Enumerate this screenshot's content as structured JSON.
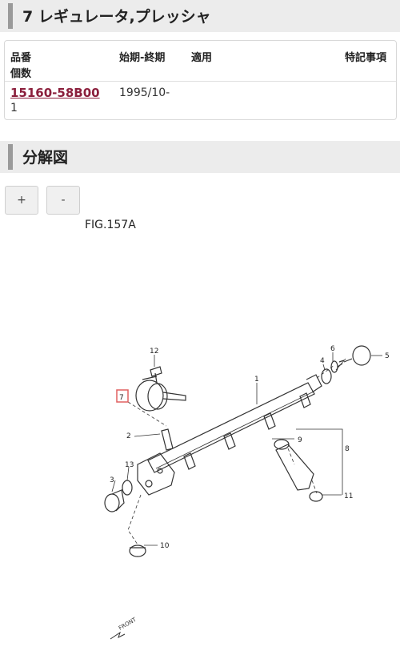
{
  "part": {
    "title": "7 レギュレータ,プレッシャ"
  },
  "table": {
    "headers": {
      "part_no": "品番",
      "period": "始期-終期",
      "applies": "適用",
      "notes": "特記事項",
      "qty": "個数"
    },
    "row": {
      "part_no": "15160-58B00",
      "period": "1995/10-",
      "qty": "1"
    }
  },
  "diagram_section": {
    "title": "分解図"
  },
  "zoom": {
    "in_label": "+",
    "out_label": "-"
  },
  "figure": {
    "label": "FIG.157A",
    "callouts": [
      "12",
      "7",
      "2",
      "13",
      "3",
      "10",
      "1",
      "6",
      "4",
      "5",
      "9",
      "8",
      "11"
    ],
    "front_label": "FRONT",
    "highlight_color": "#e06060"
  }
}
